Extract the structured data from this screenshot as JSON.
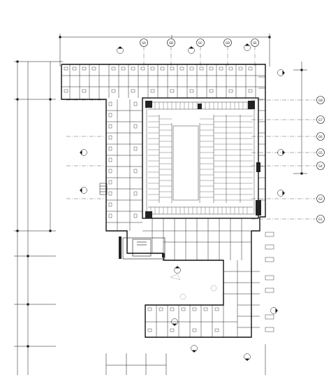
{
  "plan": {
    "top_grid_tags": [
      "GA",
      "GB",
      "GC",
      "GD",
      "GE"
    ],
    "right_grid_tags": [
      "G8",
      "G7",
      "G6",
      "G5",
      "G4",
      "G2",
      "G1"
    ],
    "colors": {
      "ink": "#111111",
      "poche": "#222222",
      "paper": "#ffffff"
    }
  }
}
